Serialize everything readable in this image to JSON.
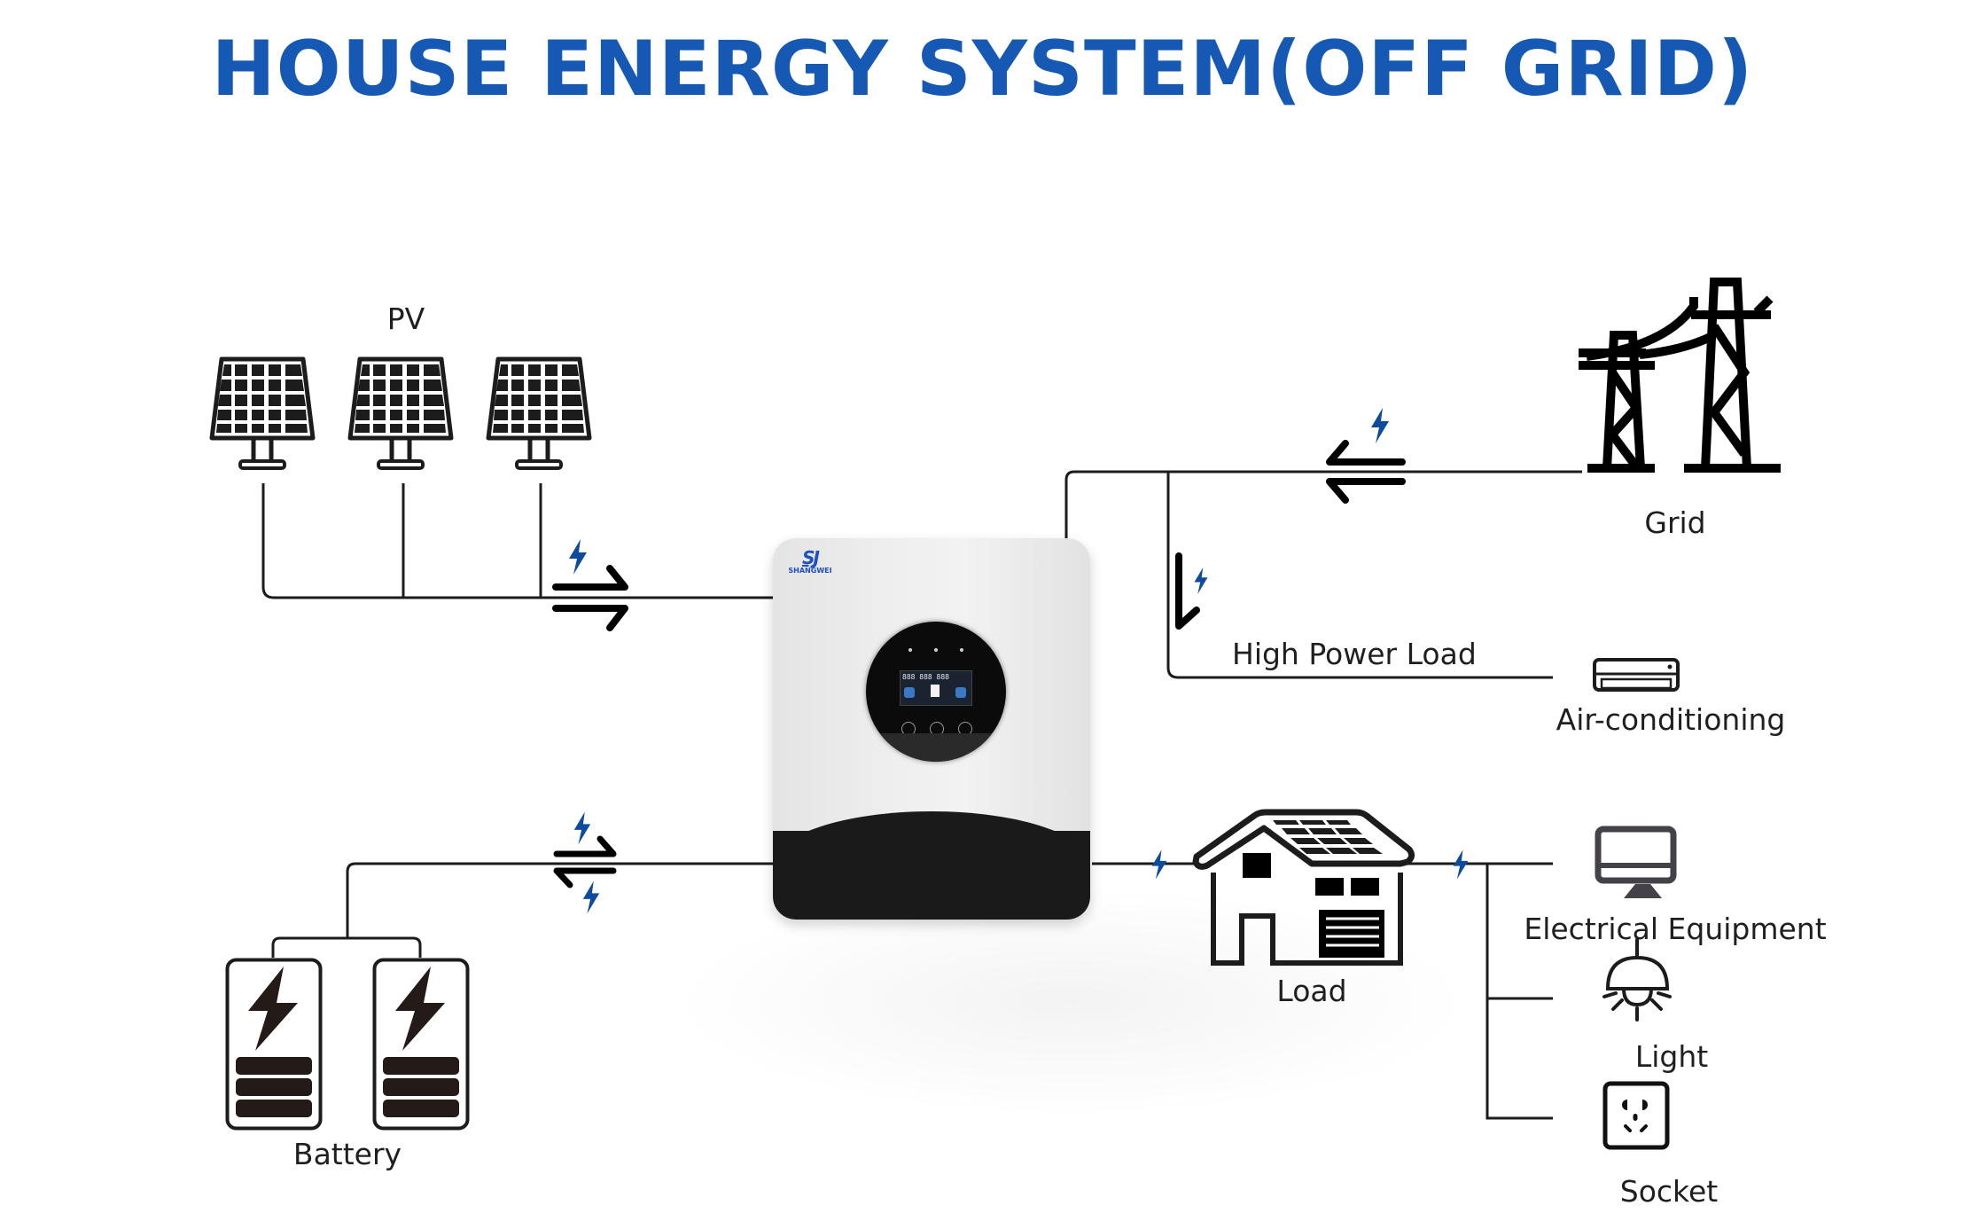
{
  "title": "HOUSE ENERGY SYSTEM(OFF GRID)",
  "colors": {
    "title": "#1659b5",
    "bolt": "#0d4b9e",
    "line": "#1c1c1c",
    "brand": "#1e4fc4"
  },
  "nodes": {
    "pv": {
      "label": "PV",
      "panel_count": 3
    },
    "grid": {
      "label": "Grid"
    },
    "high_power_load": {
      "label": "High Power Load"
    },
    "air_conditioning": {
      "label": "Air-conditioning"
    },
    "load": {
      "label": "Load"
    },
    "electrical_equipment": {
      "label": "Electrical Equipment"
    },
    "light": {
      "label": "Light"
    },
    "socket": {
      "label": "Socket"
    },
    "battery": {
      "label": "Battery",
      "unit_count": 2
    }
  },
  "inverter": {
    "brand_mark": "SJ",
    "brand_name": "SHANGWEI",
    "lcd_readout": "888 888 888"
  },
  "flows": [
    {
      "from": "PV",
      "to": "Inverter",
      "direction": "bidirectional"
    },
    {
      "from": "Grid",
      "to": "Inverter",
      "direction": "bidirectional"
    },
    {
      "from": "Grid",
      "to": "High Power Load",
      "direction": "one-way"
    },
    {
      "from": "Battery",
      "to": "Inverter",
      "direction": "bidirectional"
    },
    {
      "from": "Inverter",
      "to": "Load",
      "direction": "one-way"
    },
    {
      "from": "Load",
      "to": "Electrical Equipment",
      "direction": "one-way"
    },
    {
      "from": "Load",
      "to": "Light",
      "direction": "one-way"
    },
    {
      "from": "Load",
      "to": "Socket",
      "direction": "one-way"
    }
  ]
}
